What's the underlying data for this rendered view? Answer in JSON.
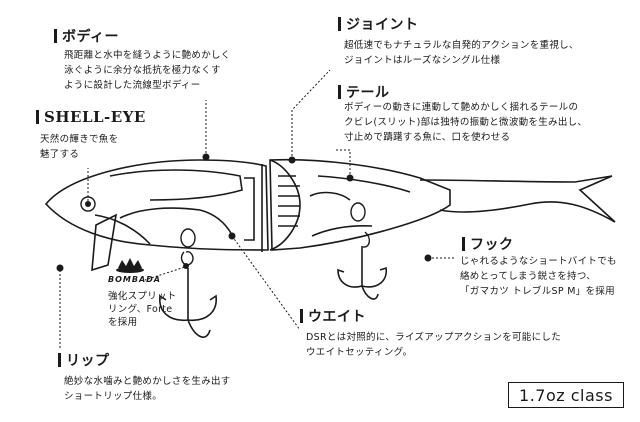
{
  "sections": {
    "body": {
      "heading": "ボディー",
      "lines": [
        "飛距離と水中を縫うように艶めかしく",
        "泳ぐように余分な抵抗を極力なくす",
        "ように設計した流線型ボディー"
      ]
    },
    "shell_eye": {
      "heading": "SHELL-EYE",
      "lines": [
        "天然の輝きで魚を",
        "魅了する"
      ]
    },
    "joint": {
      "heading": "ジョイント",
      "lines": [
        "超低速でもナチュラルな自発的アクションを重視し、",
        "ジョイントはルーズなシングル仕様"
      ]
    },
    "tail": {
      "heading": "テール",
      "lines": [
        "ボディーの動きに連動して艶めかしく揺れるテールの",
        "クビレ(スリット)部は独特の振動と微波動を生み出し、",
        "寸止めで躊躇する魚に、口を使わせる"
      ]
    },
    "hook": {
      "heading": "フック",
      "lines": [
        "じゃれるようなショートバイトでも",
        "絡めとってしまう鋭さを持つ、",
        "「ガマカツ トレブルSP M」を採用"
      ]
    },
    "weight": {
      "heading": "ウエイト",
      "lines": [
        "DSRとは対照的に、ライズアップアクションを可能にした",
        "ウエイトセッティング。"
      ]
    },
    "lip": {
      "heading": "リップ",
      "lines": [
        "絶妙な水噛みと艶めかしさを生み出す",
        "ショートリップ仕様。"
      ]
    },
    "split_ring": {
      "lines": [
        "強化スプリット",
        "リング、Forte",
        "を採用"
      ]
    }
  },
  "logo": "BOMBADA",
  "class_label": "1.7oz class"
}
